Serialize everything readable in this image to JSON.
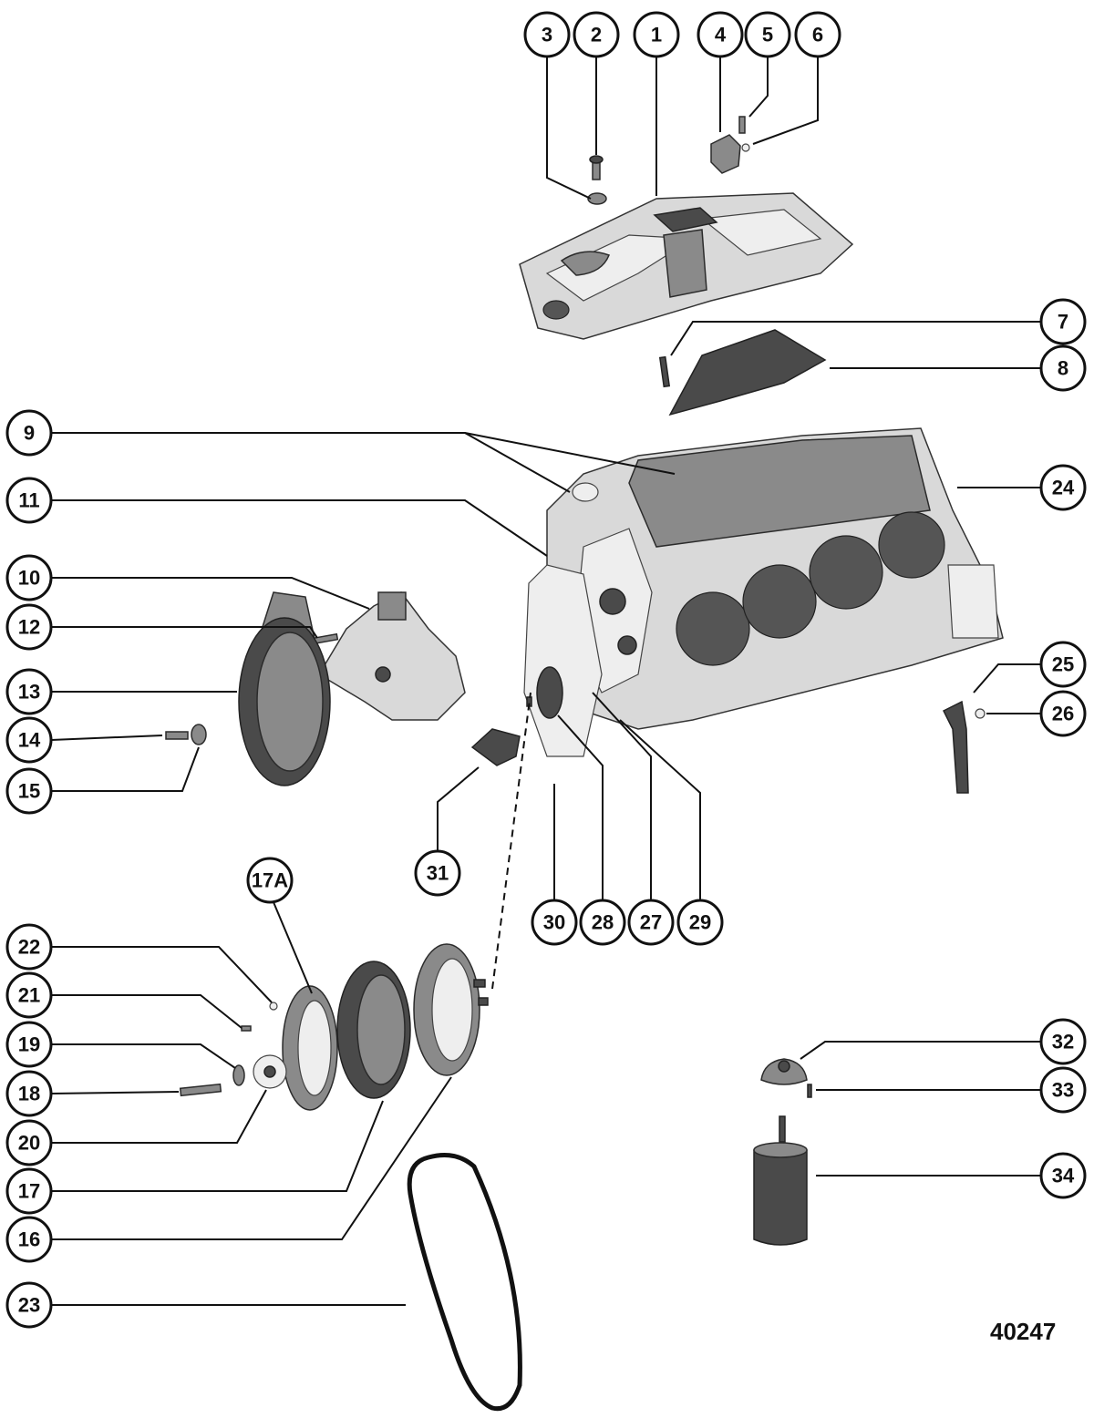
{
  "figure_number": "40247",
  "callouts": [
    {
      "label": "3"
    },
    {
      "label": "2"
    },
    {
      "label": "1"
    },
    {
      "label": "4"
    },
    {
      "label": "5"
    },
    {
      "label": "6"
    },
    {
      "label": "7"
    },
    {
      "label": "8"
    },
    {
      "label": "9"
    },
    {
      "label": "24"
    },
    {
      "label": "11"
    },
    {
      "label": "10"
    },
    {
      "label": "12"
    },
    {
      "label": "13"
    },
    {
      "label": "14"
    },
    {
      "label": "15"
    },
    {
      "label": "25"
    },
    {
      "label": "26"
    },
    {
      "label": "31"
    },
    {
      "label": "30"
    },
    {
      "label": "28"
    },
    {
      "label": "27"
    },
    {
      "label": "29"
    },
    {
      "label": "17A"
    },
    {
      "label": "22"
    },
    {
      "label": "21"
    },
    {
      "label": "19"
    },
    {
      "label": "18"
    },
    {
      "label": "20"
    },
    {
      "label": "17"
    },
    {
      "label": "16"
    },
    {
      "label": "23"
    },
    {
      "label": "32"
    },
    {
      "label": "33"
    },
    {
      "label": "34"
    }
  ]
}
